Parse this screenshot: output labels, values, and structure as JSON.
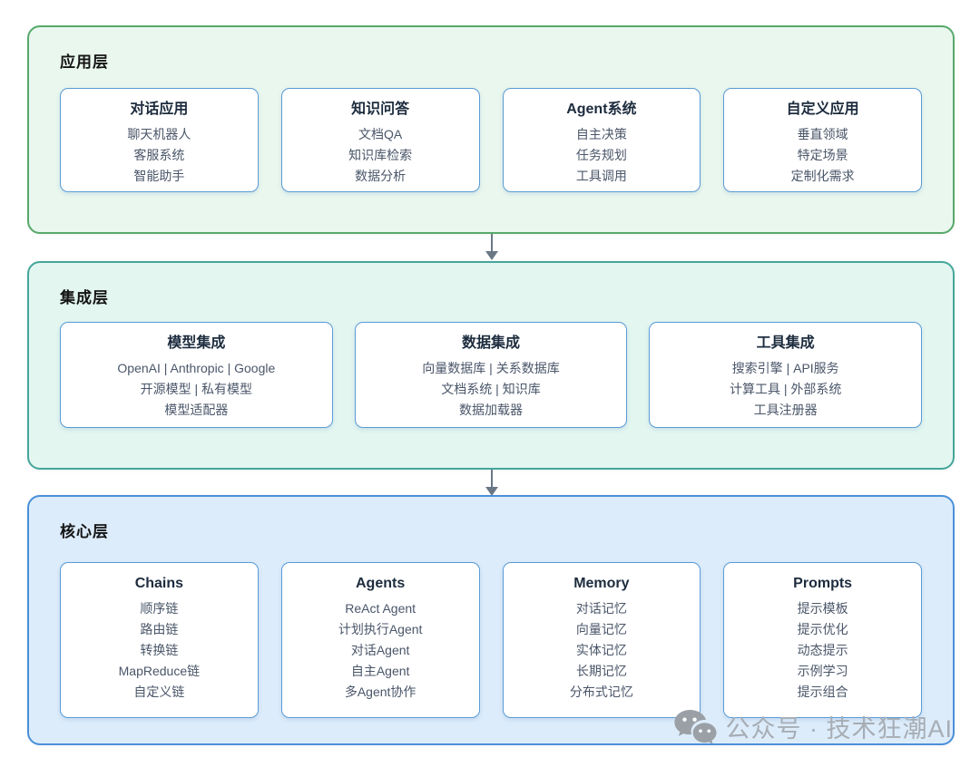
{
  "colors": {
    "card_border": "#5b9bd5",
    "card_title_color": "#1d2c3e",
    "card_item_color": "#4a5669",
    "layer_title_color": "#141414",
    "arrow_color": "#6a7886",
    "watermark_color": "#a7adb5",
    "wechat_icon_gray": "#9aa0a6"
  },
  "layers": [
    {
      "id": "application",
      "title": "应用层",
      "border_color": "#57a96b",
      "background": "#e9f7ee",
      "cards": [
        {
          "title": "对话应用",
          "items": [
            "聊天机器人",
            "客服系统",
            "智能助手"
          ]
        },
        {
          "title": "知识问答",
          "items": [
            "文档QA",
            "知识库检索",
            "数据分析"
          ]
        },
        {
          "title": "Agent系统",
          "items": [
            "自主决策",
            "任务规划",
            "工具调用"
          ]
        },
        {
          "title": "自定义应用",
          "items": [
            "垂直领域",
            "特定场景",
            "定制化需求"
          ]
        }
      ]
    },
    {
      "id": "integration",
      "title": "集成层",
      "border_color": "#45a69b",
      "background": "#e3f6f0",
      "cards": [
        {
          "title": "模型集成",
          "items": [
            "OpenAI | Anthropic | Google",
            "开源模型 | 私有模型",
            "模型适配器"
          ]
        },
        {
          "title": "数据集成",
          "items": [
            "向量数据库 | 关系数据库",
            "文档系统 | 知识库",
            "数据加载器"
          ]
        },
        {
          "title": "工具集成",
          "items": [
            "搜索引擎 | API服务",
            "计算工具 | 外部系统",
            "工具注册器"
          ]
        }
      ]
    },
    {
      "id": "core",
      "title": "核心层",
      "border_color": "#4a90d9",
      "background": "#dcecfa",
      "cards": [
        {
          "title": "Chains",
          "items": [
            "顺序链",
            "路由链",
            "转换链",
            "MapReduce链",
            "自定义链"
          ]
        },
        {
          "title": "Agents",
          "items": [
            "ReAct Agent",
            "计划执行Agent",
            "对话Agent",
            "自主Agent",
            "多Agent协作"
          ]
        },
        {
          "title": "Memory",
          "items": [
            "对话记忆",
            "向量记忆",
            "实体记忆",
            "长期记忆",
            "分布式记忆"
          ]
        },
        {
          "title": "Prompts",
          "items": [
            "提示模板",
            "提示优化",
            "动态提示",
            "示例学习",
            "提示组合"
          ]
        }
      ]
    }
  ],
  "watermark": {
    "text": "公众号 · 技术狂潮AI",
    "icon": "wechat-icon"
  }
}
